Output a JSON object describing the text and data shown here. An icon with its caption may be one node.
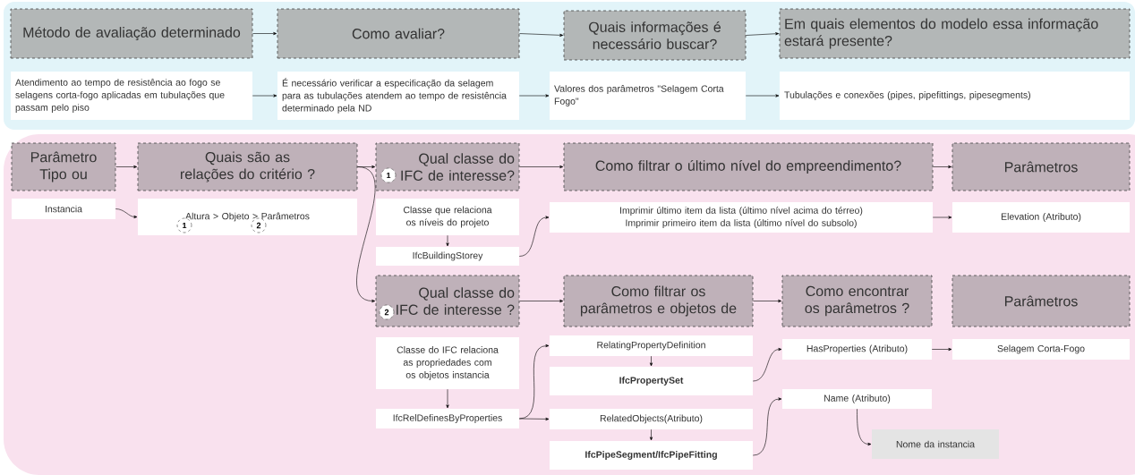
{
  "diagram": {
    "nodes": [
      {
        "text": [
          "Método de avaliação determinado"
        ]
      },
      {
        "text": [
          "Como avaliar?"
        ]
      },
      {
        "text": [
          "Quais informações é necessário buscar?"
        ]
      },
      {
        "text": [
          "Em quais elementos do modelo essa informação estará presente?"
        ]
      },
      {
        "text": [
          "Atendimento ao tempo de resistência ao fogo se selagens corta-fogo aplicadas em tubulações que passam pelo piso"
        ]
      },
      {
        "text": [
          "É necessário verificar a especificação da selagem para as tubulações atendem ao tempo de resistência determinado pela ND"
        ]
      },
      {
        "text": [
          "Valores dos parâmetros \"Selagem Corta Fogo\""
        ]
      },
      {
        "text": [
          "Tubulações e conexões (pipes, pipefittings, pipesegments)"
        ]
      },
      {
        "text": [
          "Parâmetro Tipo ou"
        ]
      },
      {
        "text": [
          "Quais são as relações do critério ?"
        ]
      },
      {
        "text": [
          "Qual classe do IFC de interesse?"
        ]
      },
      {
        "text": [
          "Como filtrar o último nível do empreendimento?"
        ]
      },
      {
        "text": [
          "Parâmetros"
        ]
      },
      {
        "text": [
          "Instancia"
        ]
      },
      {
        "text": [
          "Altura  >  Objeto  >  Parâmetros"
        ]
      },
      {
        "text": [
          "Classe que relaciona os níveis do projeto"
        ]
      },
      {
        "text": [
          "IfcBuildingStorey"
        ]
      },
      {
        "text": [
          "Imprimir último item da lista (último nível acima do térreo)",
          "Imprimir  primeiro item da lista (último nível do subsolo)"
        ]
      },
      {
        "text": [
          "Elevation (Atributo)"
        ]
      },
      {
        "text": [
          "Qual classe do IFC de interesse ?"
        ]
      },
      {
        "text": [
          "Como filtrar os parâmetros e objetos de"
        ]
      },
      {
        "text": [
          "Como encontrar os parâmetros ?"
        ]
      },
      {
        "text": [
          "Parâmetros"
        ]
      },
      {
        "text": [
          "Classe do IFC relaciona as propriedades com os objetos instancia"
        ]
      },
      {
        "text": [
          "IfcRelDefinesByProperties"
        ]
      },
      {
        "text": [
          "RelatingPropertyDefinition"
        ]
      },
      {
        "text": [
          "IfcPropertySet"
        ]
      },
      {
        "text": [
          "RelatedObjects(Atributo)"
        ]
      },
      {
        "text": [
          "IfcPipeSegment/IfcPipeFitting"
        ]
      },
      {
        "text": [
          "HasProperties (Atributo)"
        ]
      },
      {
        "text": [
          "Selagem Corta-Fogo"
        ]
      },
      {
        "text": [
          "Name (Atributo)"
        ]
      },
      {
        "text": [
          "Nome da instancia"
        ]
      }
    ],
    "edges": [
      {
        "from": 0,
        "to": 1,
        "arrow": "to"
      },
      {
        "from": 1,
        "to": 2,
        "arrow": "to"
      },
      {
        "from": 2,
        "to": 3,
        "arrow": "to"
      },
      {
        "from": 4,
        "to": 5,
        "arrow": "to"
      },
      {
        "from": 5,
        "to": 6,
        "arrow": "to"
      },
      {
        "from": 6,
        "to": 7,
        "arrow": "to"
      },
      {
        "from": 8,
        "to": 9,
        "arrow": "to"
      },
      {
        "from": 13,
        "to": 14,
        "arrow": "to"
      },
      {
        "from": 9,
        "to": 10,
        "arrow": "to"
      },
      {
        "from": 9,
        "to": 19,
        "arrow": "to"
      },
      {
        "from": 10,
        "to": 11,
        "arrow": "to"
      },
      {
        "from": 11,
        "to": 12,
        "arrow": "to"
      },
      {
        "from": 15,
        "to": 16,
        "arrow": "to"
      },
      {
        "from": 16,
        "to": 17,
        "arrow": "to"
      },
      {
        "from": 17,
        "to": 18,
        "arrow": "to"
      },
      {
        "from": 19,
        "to": 20,
        "arrow": "to"
      },
      {
        "from": 20,
        "to": 21,
        "arrow": "to"
      },
      {
        "from": 23,
        "to": 24,
        "arrow": "to"
      },
      {
        "from": 24,
        "to": 25,
        "arrow": "to"
      },
      {
        "from": 24,
        "to": 27,
        "arrow": "to"
      },
      {
        "from": 25,
        "to": 26,
        "arrow": "to"
      },
      {
        "from": 27,
        "to": 28,
        "arrow": "to"
      },
      {
        "from": 26,
        "to": 29,
        "arrow": "to"
      },
      {
        "from": 28,
        "to": 31,
        "arrow": "to"
      },
      {
        "from": 29,
        "to": 30,
        "arrow": "to"
      },
      {
        "from": 31,
        "to": 32,
        "arrow": "to"
      }
    ],
    "labels": [
      "1",
      "1",
      "2",
      "2"
    ]
  }
}
